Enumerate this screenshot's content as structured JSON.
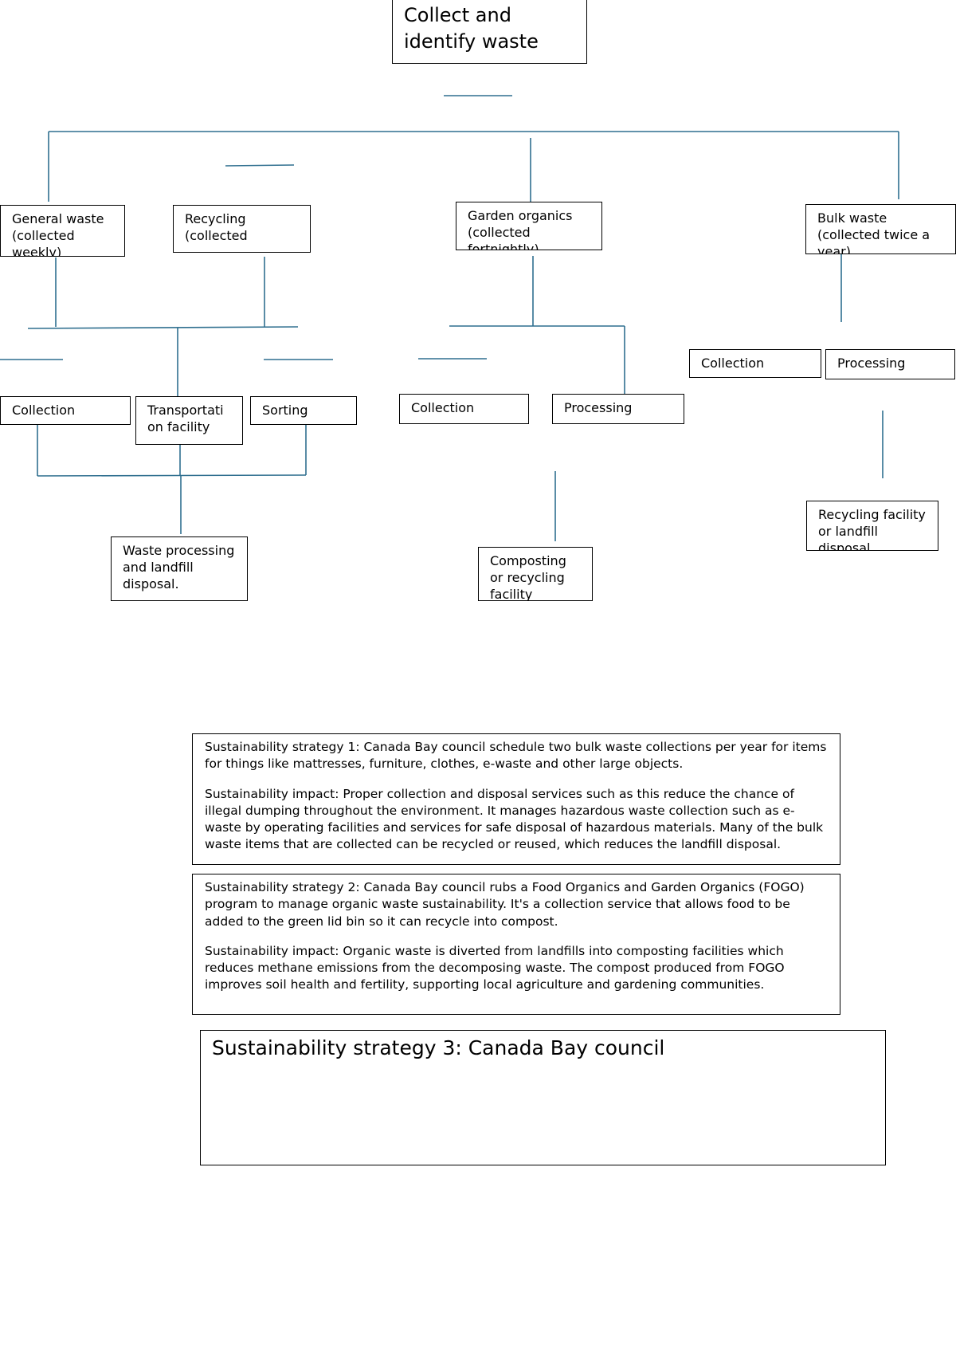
{
  "colors": {
    "connector": "#2f6f8f",
    "border": "#000000"
  },
  "nodes": {
    "root": "Collect and identify waste",
    "general": "General waste (collected weekly)",
    "recycling": "Recycling (collected",
    "garden": "Garden organics (collected fortnightly)",
    "bulk": "Bulk waste (collected twice a year)",
    "collection_1": "Collection",
    "transport": "Transportati on facility",
    "sorting": "Sorting",
    "collection_2": "Collection",
    "processing_1": "Processing",
    "collection_3": "Collection",
    "processing_2": "Processing",
    "waste_processing": "Waste processing and landfill disposal.",
    "composting": "Composting or recycling facility",
    "recycling_facility": "Recycling facility or landfill disposal"
  },
  "strategies": {
    "s1": {
      "text": "Sustainability strategy 1: Canada Bay council schedule two bulk waste collections per year for items for things like mattresses, furniture, clothes, e-waste and other large objects.",
      "impact": "Sustainability impact: Proper collection and disposal services such as this reduce the chance of illegal dumping throughout the environment. It manages hazardous waste collection such as e-waste by operating facilities and services for safe disposal of hazardous materials. Many of the bulk waste items that are collected can be recycled or reused, which reduces the landfill disposal."
    },
    "s2": {
      "text": "Sustainability strategy 2: Canada Bay council rubs a Food Organics and Garden Organics (FOGO) program to manage organic waste sustainability. It's a collection service that allows food to be added to the green lid bin so it can recycle into compost.",
      "impact": "Sustainability impact: Organic waste is diverted from landfills into composting facilities which reduces methane emissions from the decomposing waste. The compost produced from FOGO improves soil health and fertility, supporting local agriculture and gardening communities."
    },
    "s3": {
      "title": "Sustainability strategy 3: Canada Bay council"
    }
  }
}
